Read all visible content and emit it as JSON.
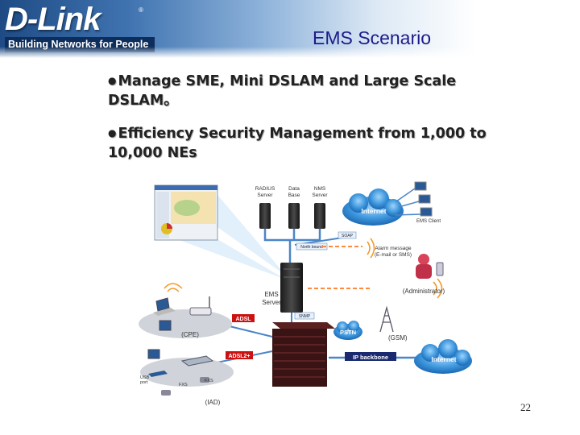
{
  "header": {
    "logo_text": "D-Link",
    "logo_registered": "®",
    "logo_tagline": "Building Networks for People",
    "title": "EMS Scenario"
  },
  "bullets": [
    {
      "marker": "●",
      "line1": "Manage SME, Mini DSLAM and Large Scale",
      "line2": "DSLAM。"
    },
    {
      "marker": "●",
      "line1": "Efficiency Security Management from 1,000 to",
      "line2": "10,000 NEs"
    }
  ],
  "diagram": {
    "radius_server": [
      "RADIUS",
      "Server"
    ],
    "data_base": [
      "Data",
      "Base"
    ],
    "nms_server": [
      "NMS",
      "Server"
    ],
    "internet_top": "Internet",
    "ems_client": "EMS Client",
    "soap": "SOAP",
    "north_bound": "North bound",
    "alarm_message": [
      "Alarm message",
      "(E-mail or SMS)"
    ],
    "ems_server": [
      "EMS",
      "Server"
    ],
    "administrator": "(Administrator)",
    "snmp": "SNMP",
    "adsl": "ADSL",
    "cpe": "(CPE)",
    "pstn": "PSTN",
    "gsm": "(GSM)",
    "adsl2plus": "ADSL2+",
    "ip_backbone": "IP backbone",
    "internet_bottom": "Internet",
    "usb_port": [
      "USB",
      "port"
    ],
    "fxs_1": "FXS",
    "fxs_2": "FXS",
    "iad": "(IAD)"
  },
  "page_number": "22",
  "colors": {
    "title": "#1c1c8a",
    "header_dark": "#1e4b84",
    "red_label": "#cc1111",
    "navy_label": "#1b2a6e",
    "cloud": "#1e78c8"
  }
}
